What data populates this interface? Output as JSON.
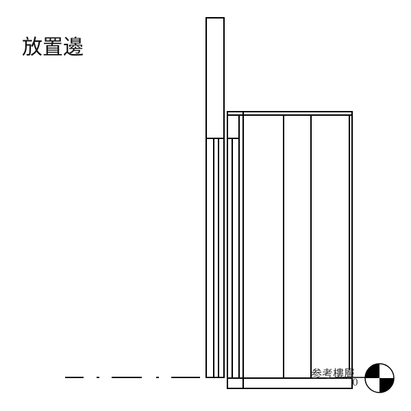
{
  "view": {
    "title": "放置邊"
  },
  "level": {
    "name": "参考樓層",
    "elevation": "0",
    "marker_icon": "level-head-icon"
  },
  "colors": {
    "line": "#000000",
    "background": "#ffffff"
  }
}
